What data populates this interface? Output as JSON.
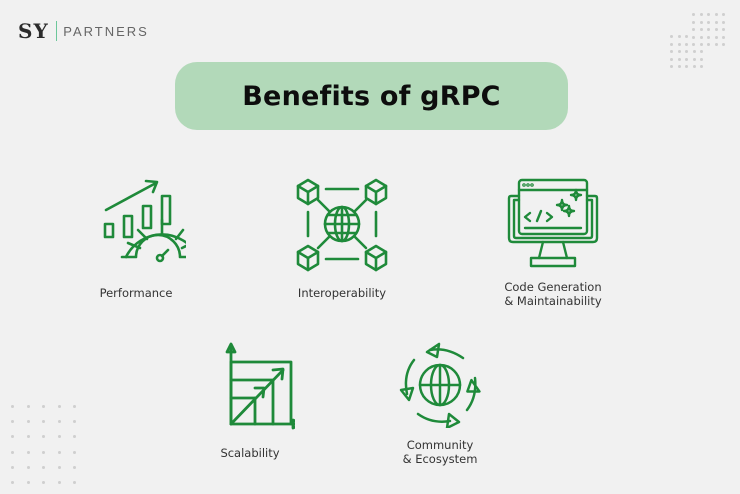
{
  "logo": {
    "mark": "SY",
    "name": "PARTNERS"
  },
  "title": "Benefits of gRPC",
  "colors": {
    "background": "#f1f1f1",
    "pill": "#b2d9b9",
    "icon_stroke": "#1f8a3a",
    "logo_divider": "#6cc79a",
    "dots": "#cfcfcf"
  },
  "benefits": [
    {
      "label": "Performance",
      "icon": "speedometer-growth-icon"
    },
    {
      "label": "Interoperability",
      "icon": "globe-network-cubes-icon"
    },
    {
      "label": "Code Generation\n& Maintainability",
      "icon": "monitor-code-sparkle-icon"
    },
    {
      "label": "Scalability",
      "icon": "growth-chart-axes-icon"
    },
    {
      "label": "Community\n& Ecosystem",
      "icon": "globe-cycle-arrows-icon"
    }
  ]
}
